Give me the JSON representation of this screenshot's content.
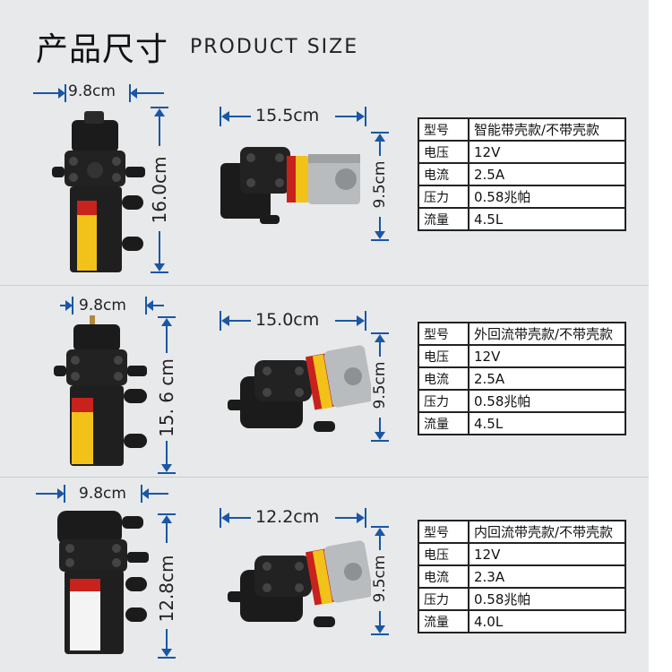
{
  "header": {
    "title_cn": "产品尺寸",
    "title_en": "PRODUCT SIZE"
  },
  "colors": {
    "background": "#e7e9ea",
    "arrow": "#1a56a6",
    "pump_body": "#1b1b1b",
    "label_yellow": "#f2c21a",
    "label_red": "#c8221d"
  },
  "products": [
    {
      "width_label": "9.8cm",
      "height_label": "16.0cm",
      "length_label": "15.5cm",
      "side_height_label": "9.5cm",
      "specs": [
        {
          "key": "型号",
          "value": "智能带壳款/不带壳款"
        },
        {
          "key": "电压",
          "value": "12V"
        },
        {
          "key": "电流",
          "value": "2.5A"
        },
        {
          "key": "压力",
          "value": "0.58兆帕"
        },
        {
          "key": "流量",
          "value": "4.5L"
        }
      ]
    },
    {
      "width_label": "9.8cm",
      "height_label": "15. 6 cm",
      "length_label": "15.0cm",
      "side_height_label": "9.5cm",
      "specs": [
        {
          "key": "型号",
          "value": "外回流带壳款/不带壳款"
        },
        {
          "key": "电压",
          "value": "12V"
        },
        {
          "key": "电流",
          "value": "2.5A"
        },
        {
          "key": "压力",
          "value": "0.58兆帕"
        },
        {
          "key": "流量",
          "value": "4.5L"
        }
      ]
    },
    {
      "width_label": "9.8cm",
      "height_label": "12.8cm",
      "length_label": "12.2cm",
      "side_height_label": "9.5cm",
      "specs": [
        {
          "key": "型号",
          "value": "内回流带壳款/不带壳款"
        },
        {
          "key": "电压",
          "value": "12V"
        },
        {
          "key": "电流",
          "value": "2.3A"
        },
        {
          "key": "压力",
          "value": "0.58兆帕"
        },
        {
          "key": "流量",
          "value": "4.0L"
        }
      ]
    }
  ]
}
